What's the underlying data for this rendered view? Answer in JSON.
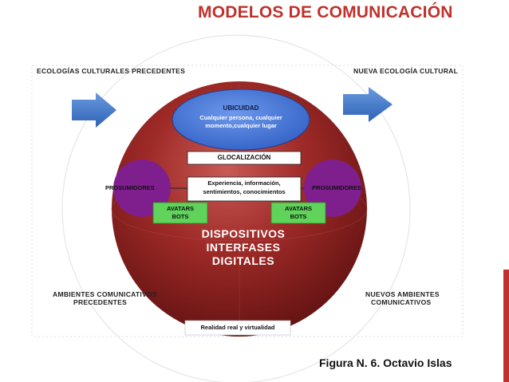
{
  "title": "MODELOS DE COMUNICACIÓN",
  "caption": "Figura N. 6. Octavio Islas",
  "diagram": {
    "left_top_label": "ECOLOGÍAS CULTURALES PRECEDENTES",
    "right_top_label": "NUEVA ECOLOGÍA CULTURAL",
    "left_bottom_label_1": "AMBIENTES COMUNICATIVOS",
    "left_bottom_label_2": "PRECEDENTES",
    "right_bottom_label_1": "NUEVOS AMBIENTES",
    "right_bottom_label_2": "COMUNICATIVOS",
    "bottom_label": "Realidad real y virtualidad",
    "ubiquity_title": "UBICUIDAD",
    "ubiquity_line1": "Cualquier persona, cualquier",
    "ubiquity_line2": "momento,cualquier lugar",
    "glocalization": "GLOCALIZACIÓN",
    "experience_line1": "Experiencia, información,",
    "experience_line2": "sentimientos, conocimientos",
    "prosumer_left": "PROSUMIDORES",
    "prosumer_right": "PROSUMIDORES",
    "avatars_left_1": "AVATARS",
    "avatars_left_2": "BOTS",
    "avatars_right_1": "AVATARS",
    "avatars_right_2": "BOTS",
    "devices_1": "DISPOSITIVOS",
    "devices_2": "INTERFASES",
    "devices_3": "DIGITALES"
  },
  "colors": {
    "title": "#c0312b",
    "sphere": "#8f1f1e",
    "sphere_highlight": "#c85a55",
    "ubiquity": "#3f6fd0",
    "prosumer": "#7e1f8d",
    "avatars": "#5fd35a",
    "arrow": "#3f79c8"
  }
}
